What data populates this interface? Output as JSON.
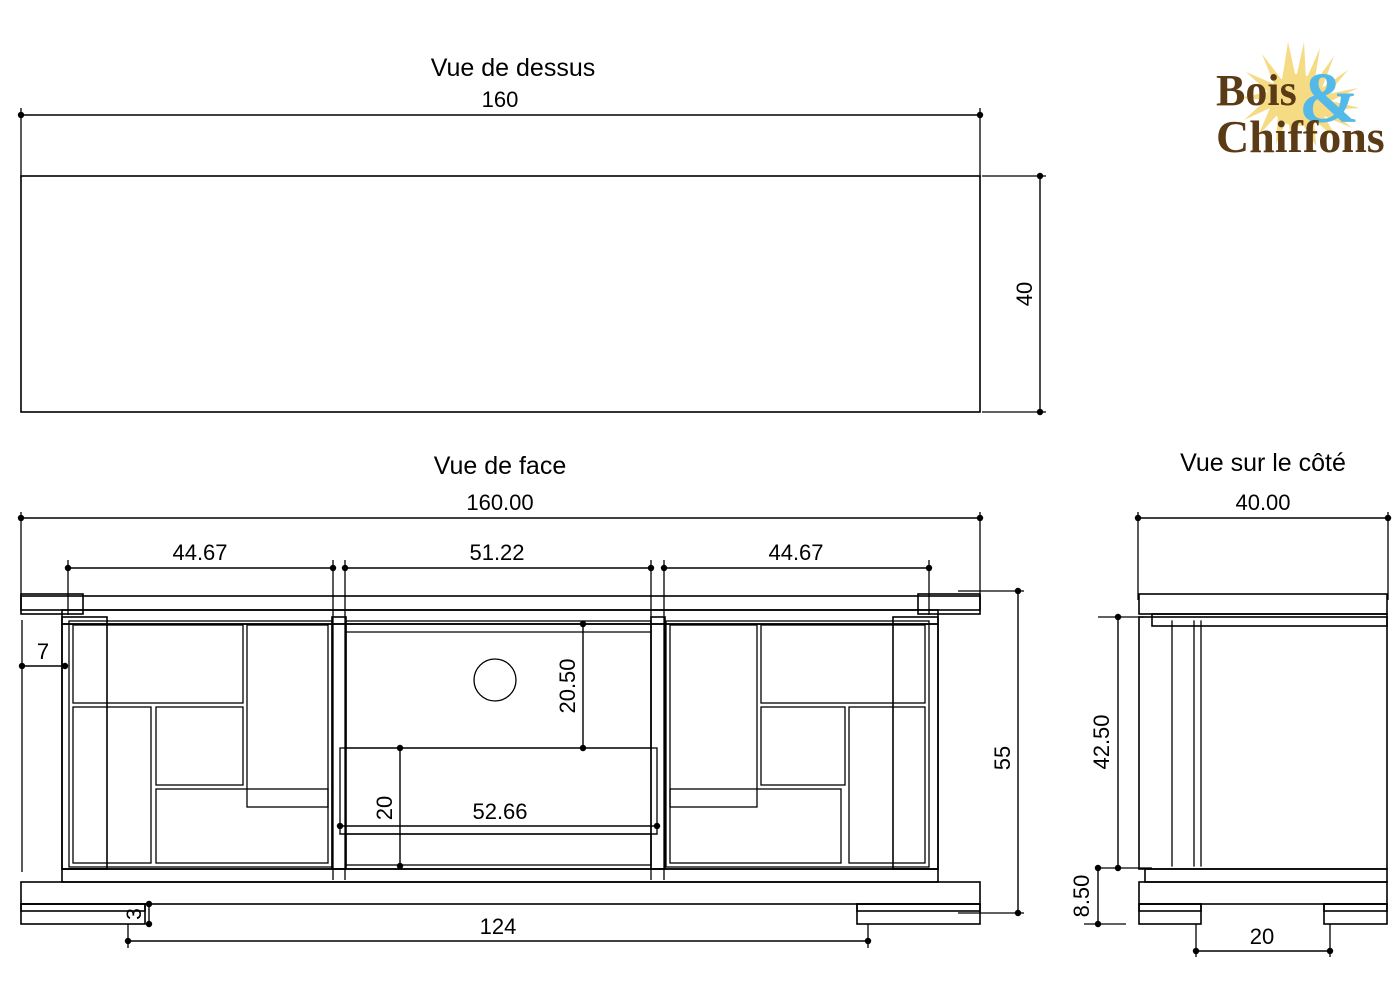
{
  "document": {
    "type": "technical-drawing",
    "units_note": "",
    "line_color": "#000000",
    "background": "#ffffff"
  },
  "logo": {
    "word1": "Bois",
    "word2": "Chiffons",
    "ampersand": "&",
    "sun_color": "#f5db84",
    "text_color": "#5b3a16",
    "amp_color": "#52b9e9"
  },
  "views": {
    "top": {
      "title": "Vue de dessus",
      "width_label": "160",
      "depth_label": "40"
    },
    "front": {
      "title": "Vue de face",
      "width_label": "160.00",
      "section_left_label": "44.67",
      "section_center_label": "51.22",
      "section_right_label": "44.67",
      "stile_label": "7",
      "door_height_label": "20.50",
      "drawer_height_label": "20",
      "drawer_width_label": "52.66",
      "height_label": "55",
      "foot_height_label": "3",
      "foot_span_label": "124"
    },
    "side": {
      "title": "Vue sur le côté",
      "depth_label": "40.00",
      "body_height_label": "42.50",
      "base_height_label": "8.50",
      "foot_label": "20"
    }
  }
}
